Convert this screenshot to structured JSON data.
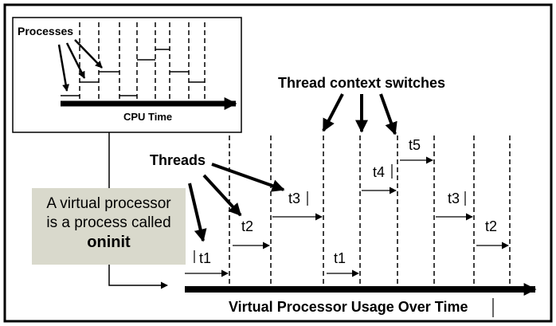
{
  "inset": {
    "processes_label": "Processes",
    "axis_label": "CPU Time"
  },
  "main": {
    "context_switch_label": "Thread context switches",
    "threads_label": "Threads",
    "axis_label": "Virtual Processor Usage Over Time",
    "thread_labels": [
      "t1",
      "t2",
      "t3",
      "t1",
      "t4",
      "t5",
      "t3",
      "t2"
    ]
  },
  "callout": {
    "line1": "A virtual processor",
    "line2": "is a process called",
    "name": "oninit"
  }
}
